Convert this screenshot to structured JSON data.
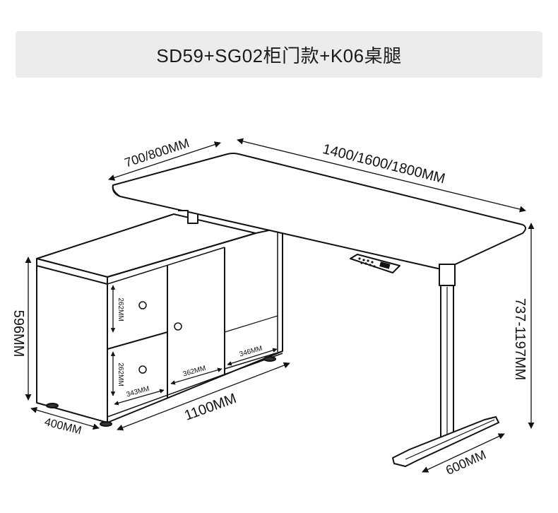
{
  "title": "SD59+SG02柜门款+K06桌腿",
  "dimensions": {
    "desk_depth": "700/800MM",
    "desk_width": "1400/1600/1800MM",
    "desk_height": "737-1197MM",
    "foot_length": "600MM",
    "cabinet_height": "596MM",
    "cabinet_depth": "400MM",
    "cabinet_width": "1100MM",
    "drawer_height_top": "262MM",
    "drawer_height_bottom": "262MM",
    "drawer_width": "343MM",
    "door_width": "362MM",
    "open_shelf_width": "346MM"
  },
  "colors": {
    "line": "#111111",
    "title_bg": "#ececec"
  }
}
